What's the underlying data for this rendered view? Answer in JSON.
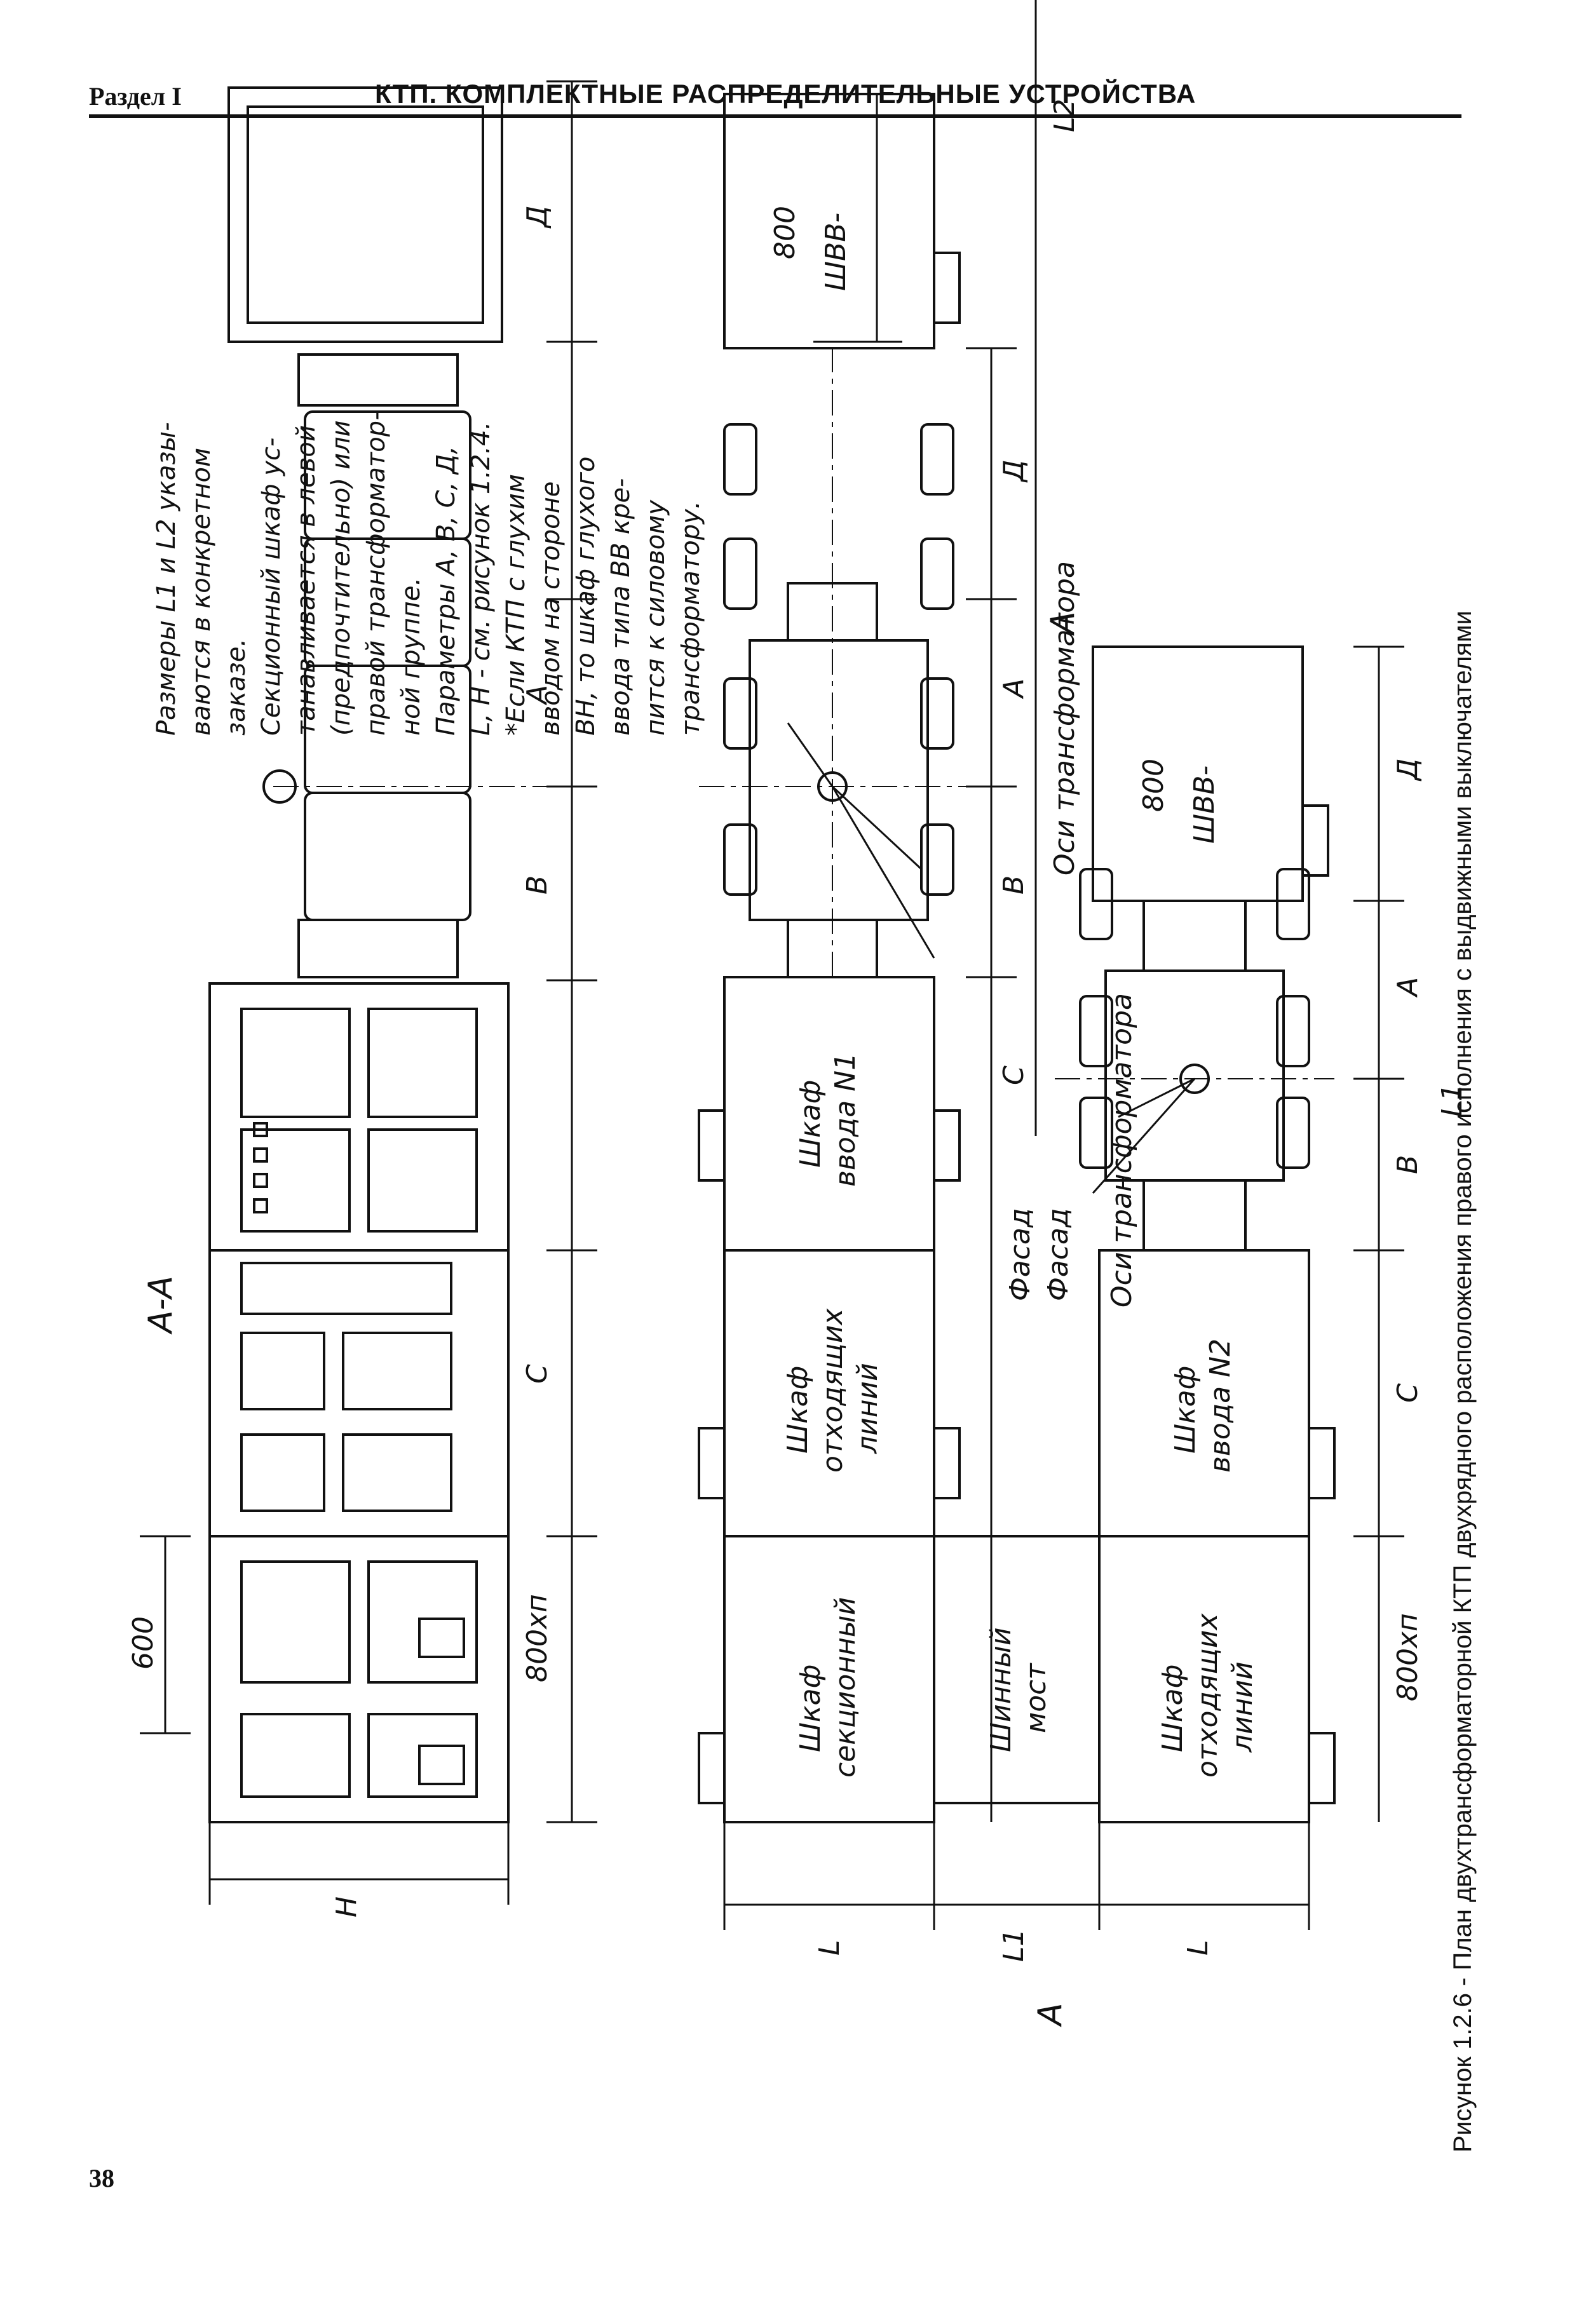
{
  "header": {
    "section": "Раздел I",
    "title": "КТП. КОМПЛЕКТНЫЕ РАСПРЕДЕЛИТЕЛЬНЫЕ УСТРОЙСТВА"
  },
  "page_number": "38",
  "figure": {
    "caption": "Рисунок 1.2.6 - План двухтрансформаторной КТП двухрядного расположения правого исполнения с выдвижными выключателями",
    "notes": [
      "Размеры L1 и L2 указы-",
      "ваются в конкретном",
      "заказе.",
      "Секционный шкаф ус-",
      "танавливается в левой",
      "(предпочтительно) или",
      "правой трансформатор-",
      "ной группе.",
      "Параметры A, B, C, Д,",
      "L, H - см. рисунок 1.2.4.",
      "*Если КТП с глухим",
      "вводом на стороне",
      "ВН, то шкаф глухого",
      "ввода типа ВВ кре-",
      "пится к силовому",
      "трансформатору."
    ],
    "section_label": "А-А",
    "view_marker": "А",
    "dims": {
      "h": "H",
      "w600": "600",
      "w800": "800хп",
      "c": "С",
      "b": "В",
      "a": "А",
      "d": "Д",
      "l": "L",
      "l1": "L1",
      "l2": "L2",
      "w800b": "800"
    },
    "labels": {
      "cab_sec_1": "Шкаф",
      "cab_sec_2": "секционный",
      "cab_out_1": "Шкаф",
      "cab_out_2": "отходящих",
      "cab_out_3": "линий",
      "cab_in1_1": "Шкаф",
      "cab_in1_2": "ввода N1",
      "cab_in2_1": "Шкаф",
      "cab_in2_2": "ввода N2",
      "bus_1": "Шинный",
      "bus_2": "мост",
      "facade": "Фасад",
      "axes": "Оси трансформатора",
      "shvv": "ШВВ-"
    }
  }
}
